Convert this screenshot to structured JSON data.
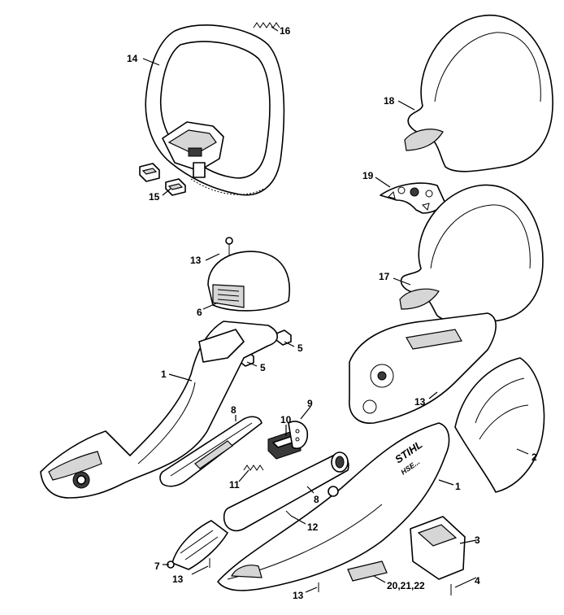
{
  "callouts": {
    "c1a": "1",
    "c1b": "1",
    "c2": "2",
    "c3": "3",
    "c4": "4",
    "c5a": "5",
    "c5b": "5",
    "c6": "6",
    "c7": "7",
    "c8a": "8",
    "c8b": "8",
    "c9": "9",
    "c10": "10",
    "c11": "11",
    "c12": "12",
    "c13a": "13",
    "c13b": "13",
    "c13c": "13",
    "c13d": "13",
    "c14": "14",
    "c15": "15",
    "c16": "16",
    "c17": "17",
    "c18": "18",
    "c19": "19",
    "c20": "20,21,22"
  },
  "logo": {
    "brand": "STIHL",
    "model": "HSE..."
  }
}
